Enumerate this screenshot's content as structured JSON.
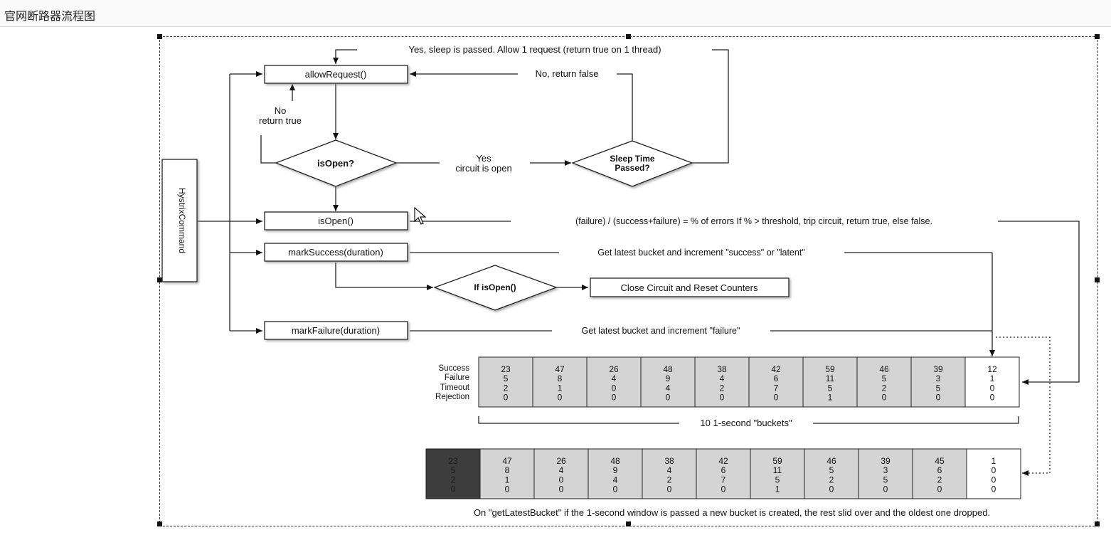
{
  "window": {
    "title": "官网断路器流程图"
  },
  "diagram": {
    "hystrix_command": "HystrixCommand",
    "boxes": {
      "allow_request": "allowRequest()",
      "is_open": "isOpen()",
      "mark_success": "markSuccess(duration)",
      "mark_failure": "markFailure(duration)",
      "close_circuit": "Close Circuit and Reset Counters"
    },
    "decisions": {
      "is_open_q": "isOpen?",
      "sleep_time_1": "Sleep Time",
      "sleep_time_2": "Passed?",
      "if_is_open": "If isOpen()"
    },
    "edge_labels": {
      "yes_sleep_passed": "Yes, sleep is passed.  Allow 1 request (return true on 1 thread)",
      "no_return_false": "No, return false",
      "no": "No",
      "return_true": "return true",
      "yes": "Yes",
      "circuit_is_open": "circuit is open",
      "error_formula": "(failure) / (success+failure) = % of errors    If % > threshold, trip circuit, return true, else false.",
      "latest_success": "Get latest bucket and increment \"success\" or \"latent\"",
      "latest_failure": "Get latest bucket and increment \"failure\"",
      "buckets_caption": "10 1-second \"buckets\"",
      "footer": "On \"getLatestBucket\" if the 1-second window is passed a new bucket is created, the rest slid over and the oldest one dropped."
    },
    "row_labels": [
      "Success",
      "Failure",
      "Timeout",
      "Rejection"
    ],
    "buckets_top": [
      [
        "23",
        "5",
        "2",
        "0"
      ],
      [
        "47",
        "8",
        "1",
        "0"
      ],
      [
        "26",
        "4",
        "0",
        "0"
      ],
      [
        "48",
        "9",
        "4",
        "0"
      ],
      [
        "38",
        "4",
        "2",
        "0"
      ],
      [
        "42",
        "6",
        "7",
        "0"
      ],
      [
        "59",
        "11",
        "5",
        "1"
      ],
      [
        "46",
        "5",
        "2",
        "0"
      ],
      [
        "39",
        "3",
        "5",
        "0"
      ],
      [
        "12",
        "1",
        "0",
        "0"
      ]
    ],
    "buckets_bottom": [
      [
        "23",
        "5",
        "2",
        "0"
      ],
      [
        "47",
        "8",
        "1",
        "0"
      ],
      [
        "26",
        "4",
        "0",
        "0"
      ],
      [
        "48",
        "9",
        "4",
        "0"
      ],
      [
        "38",
        "4",
        "2",
        "0"
      ],
      [
        "42",
        "6",
        "7",
        "0"
      ],
      [
        "59",
        "11",
        "5",
        "1"
      ],
      [
        "46",
        "5",
        "2",
        "0"
      ],
      [
        "39",
        "3",
        "5",
        "0"
      ],
      [
        "45",
        "6",
        "2",
        "0"
      ],
      [
        "1",
        "0",
        "0",
        "0"
      ]
    ]
  }
}
